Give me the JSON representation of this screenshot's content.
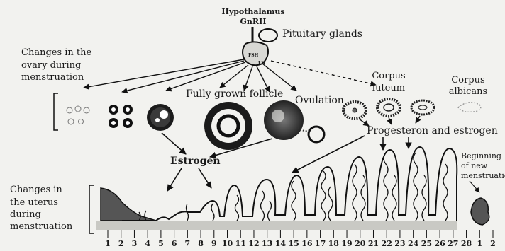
{
  "labels": {
    "hypothalamus": "Hypothalamus",
    "gnrh": "GnRH",
    "pituitary": "Pituitary glands",
    "fsh": "FSH",
    "lh": "LH",
    "ovary_line1": "Changes in the",
    "ovary_line2": "ovary during",
    "ovary_line3": "menstruation",
    "fully_grown": "Fully grown follicle",
    "ovulation": "Ovulation",
    "corpus_luteum_1": "Corpus",
    "corpus_luteum_2": "luteum",
    "corpus_albicans_1": "Corpus",
    "corpus_albicans_2": "albicans",
    "prog_estrogen": "Progesteron and estrogen",
    "estrogen": "Estrogen",
    "beginning_1": "Beginning",
    "beginning_2": "of new",
    "beginning_3": "menstruation",
    "uterus_line1": "Changes in",
    "uterus_line2": "the uterus",
    "uterus_line3": "during",
    "uterus_line4": "menstruation"
  },
  "days": [
    "1",
    "2",
    "3",
    "4",
    "5",
    "6",
    "7",
    "8",
    "9",
    "10",
    "11",
    "12",
    "13",
    "14",
    "15",
    "16",
    "17",
    "18",
    "19",
    "20",
    "21",
    "22",
    "23",
    "24",
    "25",
    "26",
    "27",
    "28",
    "1",
    "2"
  ]
}
